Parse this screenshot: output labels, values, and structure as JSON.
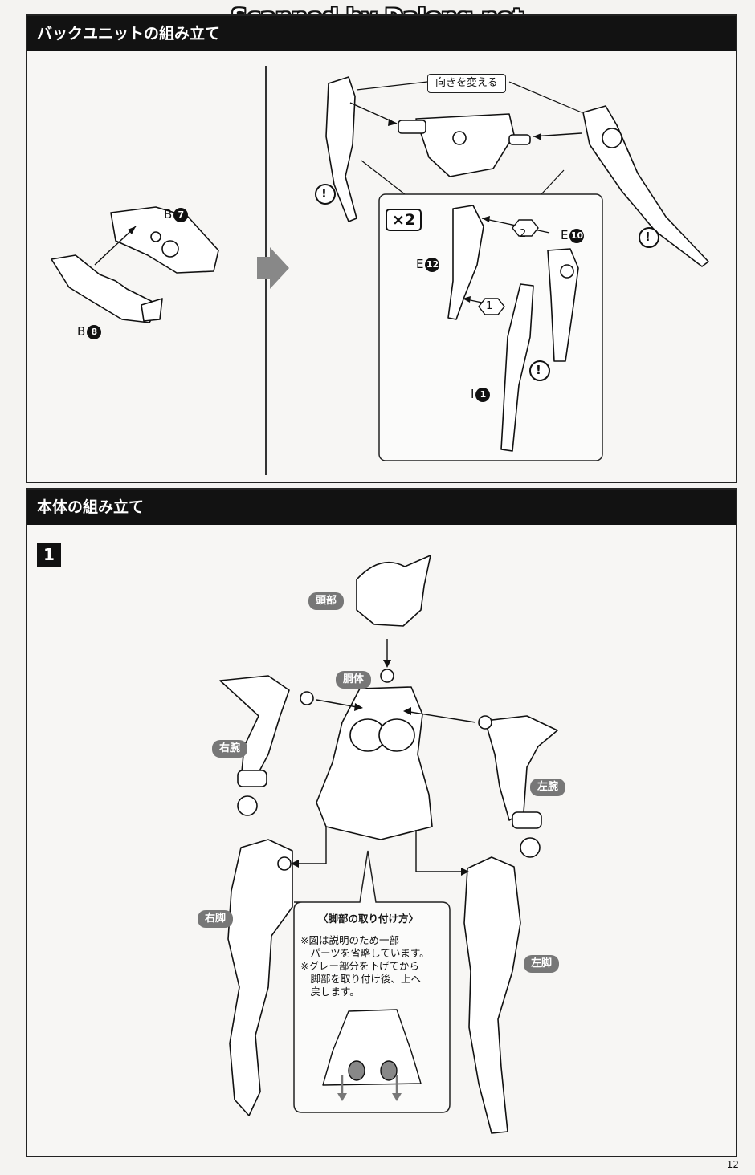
{
  "watermark": "Scanned by Dalong.net",
  "section1": {
    "title": "バックユニットの組み立て",
    "labels": {
      "b7": "B",
      "b7_num": "7",
      "b8": "B",
      "b8_num": "8",
      "change_direction": "向きを変える",
      "x2": "×2",
      "e10": "E",
      "e10_num": "10",
      "e12": "E",
      "e12_num": "12",
      "i1": "I",
      "i1_num": "1",
      "step_a": "2",
      "step_b": "1",
      "warning": "!"
    }
  },
  "section2": {
    "title": "本体の組み立て",
    "step": "1",
    "labels": {
      "head": "頭部",
      "torso": "胴体",
      "right_arm": "右腕",
      "left_arm": "左腕",
      "right_leg": "右脚",
      "left_leg": "左脚"
    },
    "leg_note": {
      "title": "〈脚部の取り付け方〉",
      "lines": [
        "※図は説明のため一部",
        "　パーツを省略しています。",
        "※グレー部分を下げてから",
        "　脚部を取り付け後、上へ",
        "　戻します。"
      ]
    }
  },
  "page_number": "12"
}
